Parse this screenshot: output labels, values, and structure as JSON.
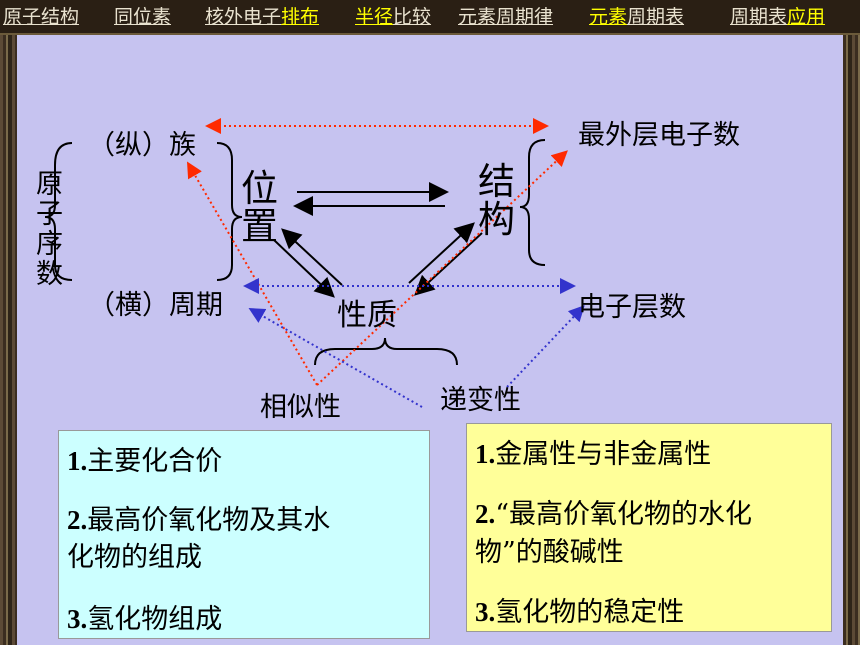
{
  "nav": {
    "items": [
      {
        "label_a": "原子结构",
        "label_b": ""
      },
      {
        "label_a": "同位素",
        "label_b": ""
      },
      {
        "label_a": "核外电子",
        "label_b": "排布"
      },
      {
        "label_a": "",
        "label_b": "半径",
        "label_c": "比较"
      },
      {
        "label_a": "元素周期律",
        "label_b": ""
      },
      {
        "label_a": "",
        "label_b": "元素",
        "label_c": "周期表"
      },
      {
        "label_a": "周期表",
        "label_b": "应用"
      }
    ]
  },
  "diagram": {
    "atomic_number": [
      "原",
      "子",
      "序",
      "数"
    ],
    "group_label": "（纵）族",
    "period_label": "（横）周期",
    "position": [
      "位",
      "置"
    ],
    "structure": [
      "结",
      "构"
    ],
    "outer_electrons": "最外层电子数",
    "electron_shells": "电子层数",
    "properties": "性质",
    "similarity": "相似性",
    "gradation": "递变性"
  },
  "left_box": {
    "line1_num": "1.",
    "line1": "主要化合价",
    "line2_num": "2.",
    "line2": "最高价氧化物及其水",
    "line2b": "化物的组成",
    "line3_num": "3.",
    "line3": "氢化物组成",
    "color": "#ccffff"
  },
  "right_box": {
    "line1_num": "1.",
    "line1": "金属性与非金属性",
    "line2_num": "2.",
    "line2": "“最高价氧化物的水化",
    "line2b": "物”的酸碱性",
    "line3_num": "3.",
    "line3": "氢化物的稳定性",
    "color": "#ffff99"
  },
  "colors": {
    "red_arrow": "#ff2a00",
    "blue_arrow": "#3333cc",
    "slide_bg": "#c6c3f0"
  }
}
